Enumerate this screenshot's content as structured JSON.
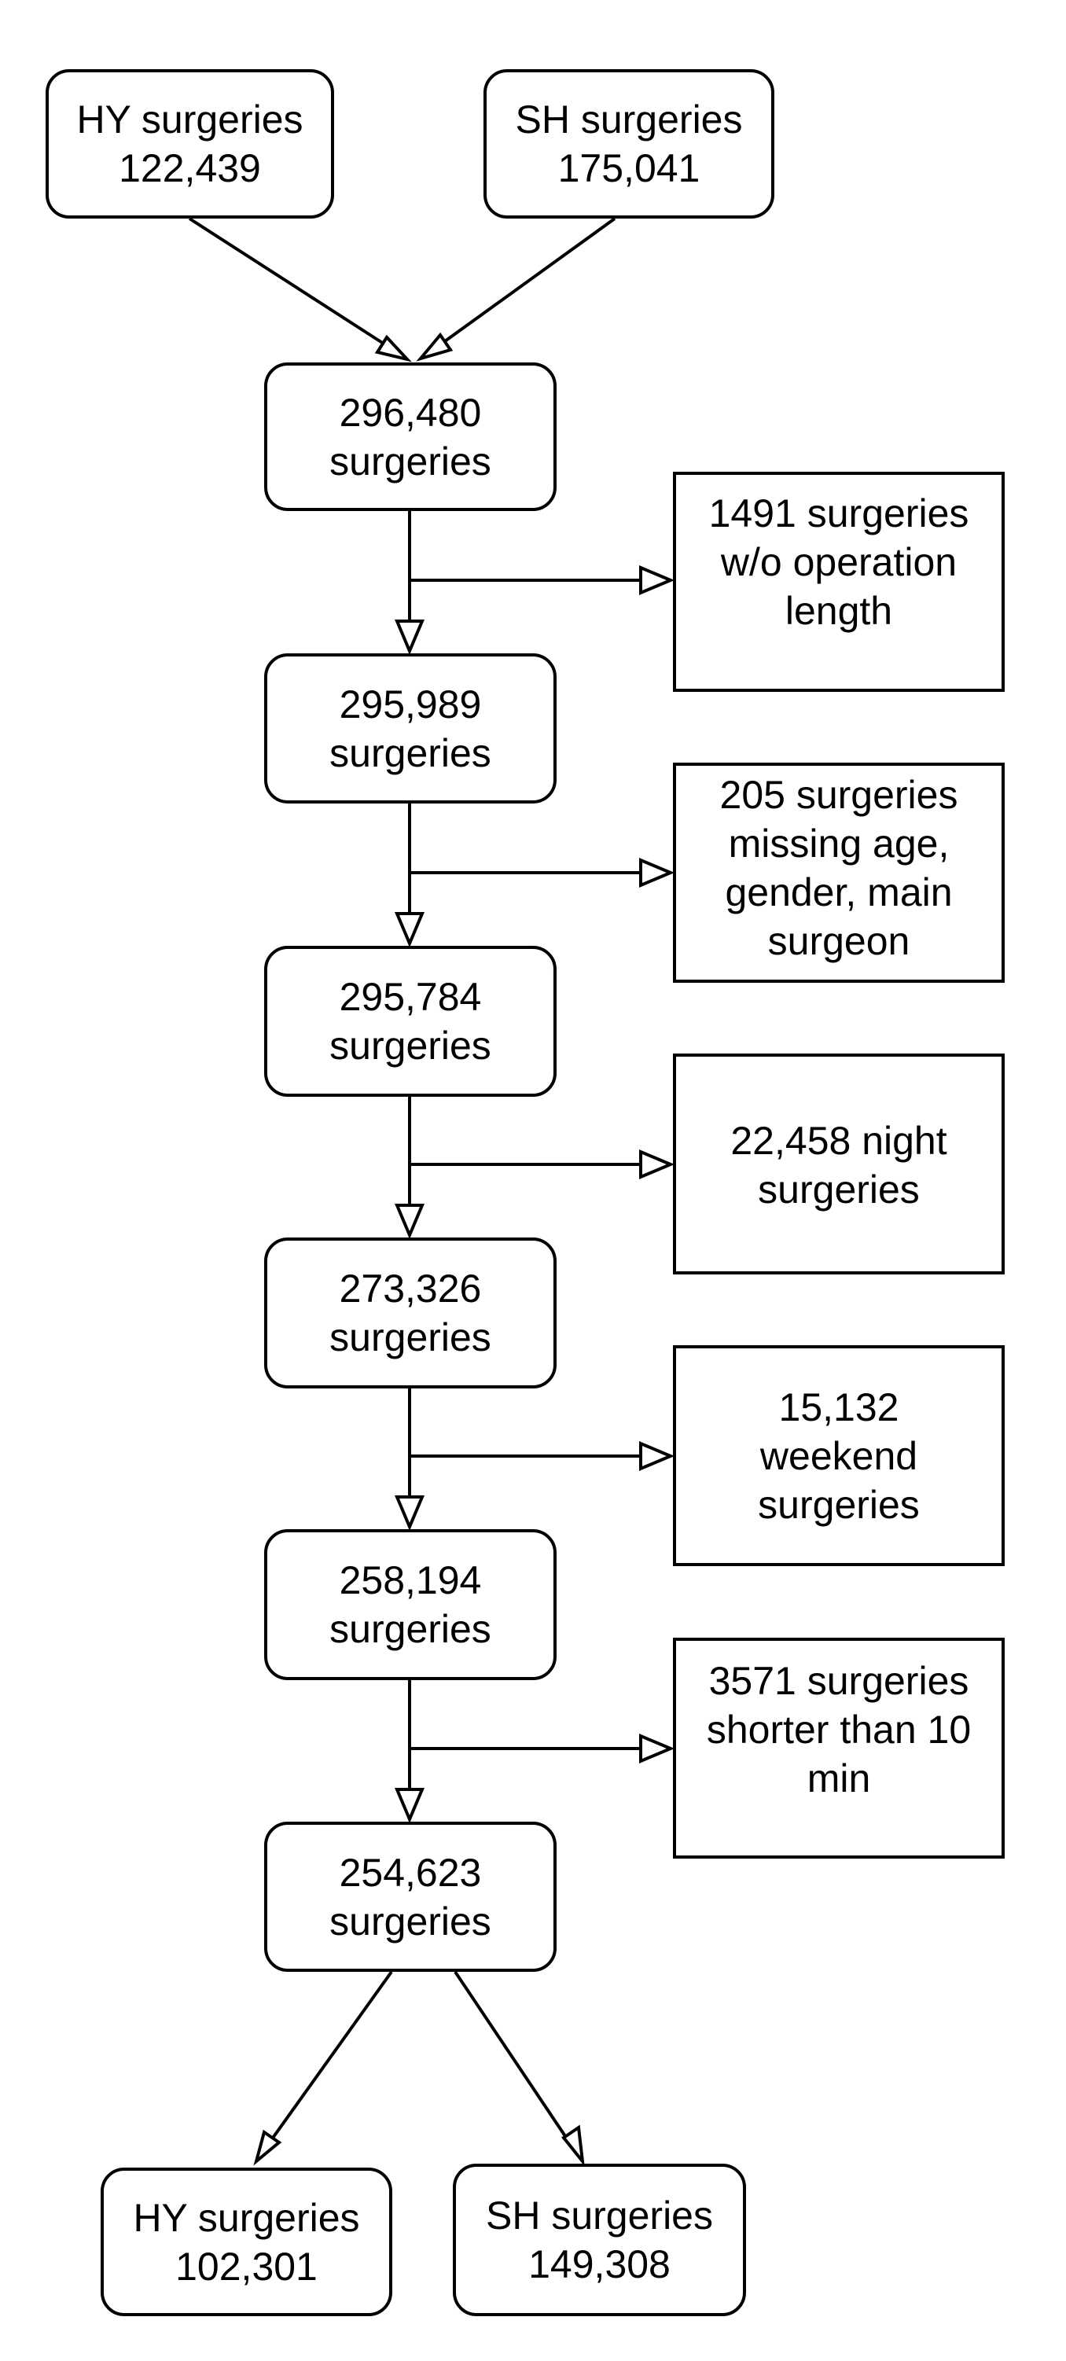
{
  "sources": [
    {
      "id": "hy-source",
      "text": "HY surgeries\n122,439"
    },
    {
      "id": "sh-source",
      "text": "SH surgeries\n175,041"
    }
  ],
  "steps": [
    {
      "id": "step-1",
      "text": "296,480\nsurgeries"
    },
    {
      "id": "step-2",
      "text": "295,989\nsurgeries"
    },
    {
      "id": "step-3",
      "text": "295,784\nsurgeries"
    },
    {
      "id": "step-4",
      "text": "273,326\nsurgeries"
    },
    {
      "id": "step-5",
      "text": "258,194\nsurgeries"
    },
    {
      "id": "step-6",
      "text": "254,623\nsurgeries"
    }
  ],
  "exclusions": [
    {
      "id": "excl-1",
      "text": "1491 surgeries\nw/o operation\nlength"
    },
    {
      "id": "excl-2",
      "text": "205 surgeries\nmissing age,\ngender, main\nsurgeon"
    },
    {
      "id": "excl-3",
      "text": "22,458 night\nsurgeries"
    },
    {
      "id": "excl-4",
      "text": "15,132\nweekend\nsurgeries"
    },
    {
      "id": "excl-5",
      "text": "3571 surgeries\nshorter than 10\nmin"
    }
  ],
  "outputs": [
    {
      "id": "hy-final",
      "text": "HY surgeries\n102,301"
    },
    {
      "id": "sh-final",
      "text": "SH surgeries\n149,308"
    }
  ]
}
